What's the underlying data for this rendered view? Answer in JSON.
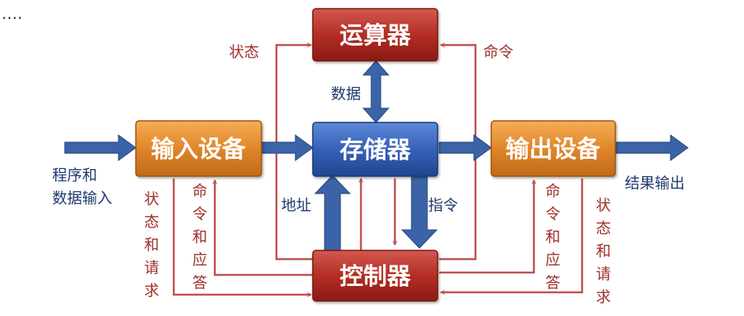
{
  "corner_text": "….",
  "boxes": {
    "alu": "运算器",
    "memory": "存储器",
    "input_device": "输入设备",
    "output_device": "输出设备",
    "controller": "控制器"
  },
  "labels": {
    "state_top": "状态",
    "command_top": "命令",
    "data": "数据",
    "program_input_line1": "程序和",
    "program_input_line2": "数据输入",
    "result_output": "结果输出",
    "address": "地址",
    "instruction": "指令",
    "left_state_request": [
      "状",
      "态",
      "和",
      "请",
      "求"
    ],
    "left_command_response": [
      "命",
      "令",
      "和",
      "应",
      "答"
    ],
    "right_command_response": [
      "命",
      "令",
      "和",
      "应",
      "答"
    ],
    "right_state_request": [
      "状",
      "态",
      "和",
      "请",
      "求"
    ]
  },
  "colors": {
    "red_box": "#b32e24",
    "blue_box": "#3561b8",
    "orange_box": "#e0862a",
    "red_line": "#c0504d",
    "blue_arrow": "#3b64a8"
  }
}
